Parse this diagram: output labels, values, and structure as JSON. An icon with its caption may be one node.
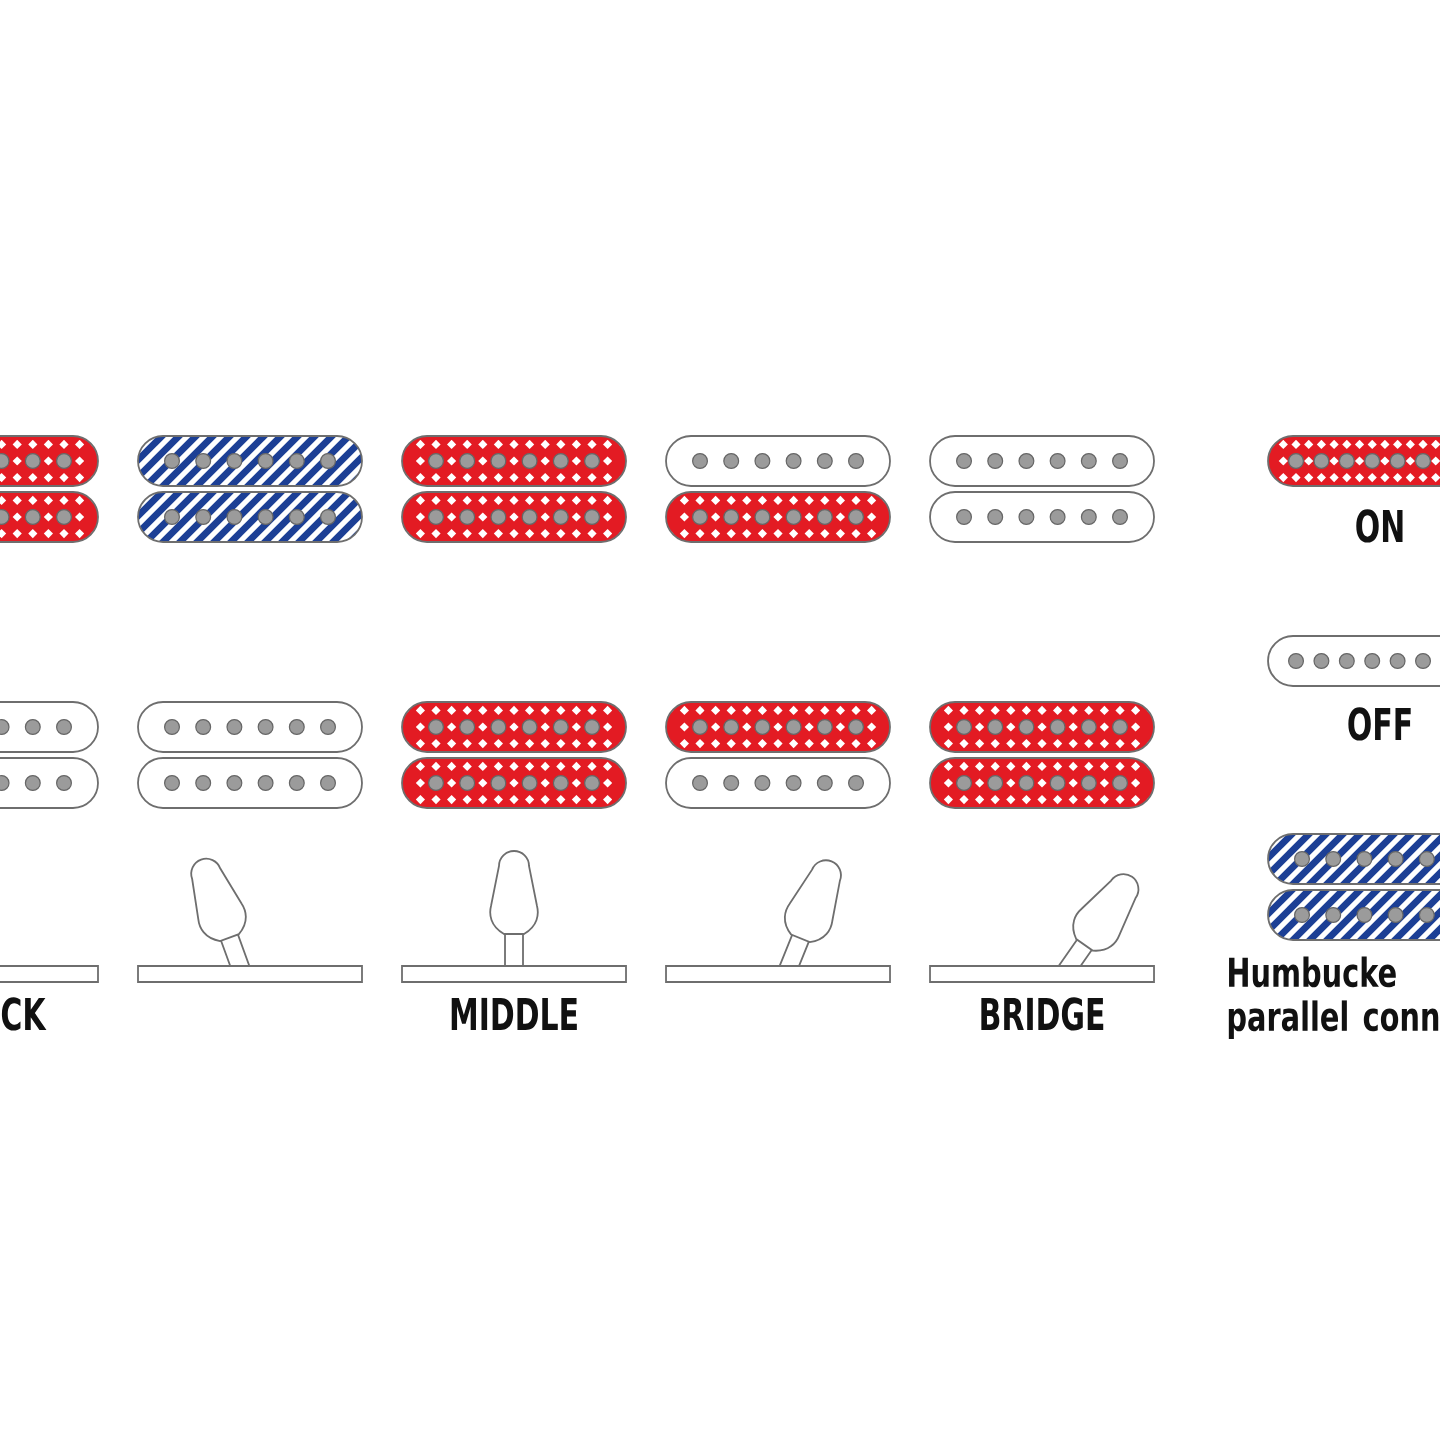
{
  "diagram": {
    "labels": [
      "CK",
      "MIDDLE",
      "BRIDGE"
    ],
    "legend": [
      {
        "text": "ON"
      },
      {
        "text": "OFF"
      },
      {
        "text": "Humbucke parallel conn"
      }
    ]
  }
}
